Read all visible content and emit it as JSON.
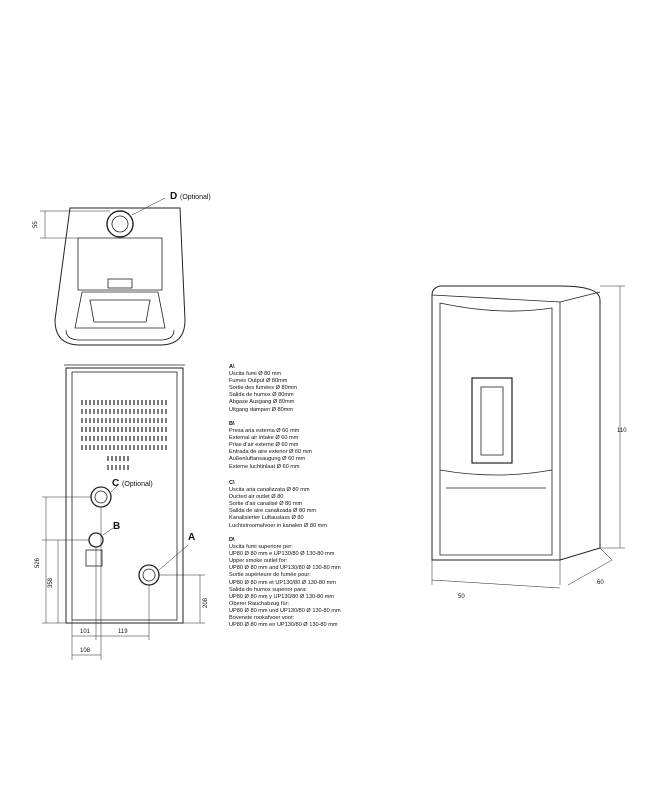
{
  "labels": {
    "d": "D",
    "d_opt": "(Optional)",
    "c": "C",
    "c_opt": "(Optional)",
    "b": "B",
    "a": "A"
  },
  "dimensions": {
    "top_55": "55",
    "h_526": "526",
    "h_358": "358",
    "h_208": "208",
    "w_101": "101",
    "w_119": "119",
    "w_108": "108",
    "height_110": "110",
    "width_50": "50",
    "depth_60": "60"
  },
  "legend": {
    "a": {
      "title": "A\\",
      "lines": [
        "Uscita fumi Ø 80 mm",
        "Fumes Output Ø 80mm",
        "Sortie des fumées Ø 80mm",
        "Salida de humos Ø 80mm",
        "Abgase Ausgang Ø 80mm",
        "Uitgang dampen Ø 80mm"
      ]
    },
    "b": {
      "title": "B\\",
      "lines": [
        "Presa aria esterna Ø 60 mm",
        "External air intake Ø 60 mm",
        "Prise d'air externe Ø 60 mm",
        "Entrada de aire exterior Ø 60 mm",
        "Außenluftansaugung Ø 60 mm",
        "Externe luchtinlaat Ø 60 mm"
      ]
    },
    "c": {
      "title": "C\\",
      "lines": [
        "Uscita aria canalizzata Ø 80 mm",
        "Ducted air outlet Ø 80",
        "Sortie d'air canalisé Ø 80 mm",
        "Salida de aire canalizada Ø 80 mm",
        "Kanalisierter Luftauslass Ø 80",
        "Luchtstroomafvoer in kanalen Ø 80 mm"
      ]
    },
    "d": {
      "title": "D\\",
      "lines": [
        "Uscita fumi superiore per:",
        "UP80 Ø 80 mm e UP130/80 Ø 130-80 mm",
        "Upper smoke outlet for:",
        "UP80 Ø 80 mm and UP130/80 Ø 130-80 mm",
        "Sortie supérieure de fumée pour:",
        "UP80 Ø 80 mm et UP130/80 Ø 130-80 mm",
        "Salida de humos superior para:",
        "UP80 Ø 80 mm y UP130/80 Ø 130-80 mm",
        "Oberer Rauchabzug für:",
        "UP80 Ø 80 mm und UP130/80 Ø 130-80 mm",
        "Bovenste rookafvoer voor:",
        "UP80 Ø 80 mm en UP130/80 Ø 130-80 mm"
      ]
    }
  }
}
